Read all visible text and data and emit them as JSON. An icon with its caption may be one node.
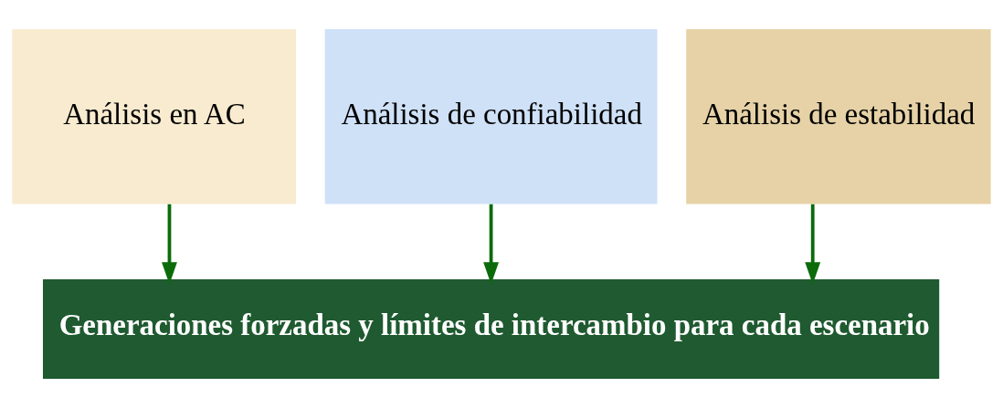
{
  "diagram": {
    "nodes": [
      {
        "text": [
          "Análisis en AC"
        ]
      },
      {
        "text": [
          "Análisis de confiabilidad"
        ]
      },
      {
        "text": [
          "Análisis de estabilidad"
        ]
      },
      {
        "text": [
          "Generaciones forzadas y límites de intercambio para cada escenario"
        ]
      }
    ],
    "edges": [
      {
        "from": 0,
        "to": 3,
        "arrow": "to"
      },
      {
        "from": 1,
        "to": 3,
        "arrow": "to"
      },
      {
        "from": 2,
        "to": 3,
        "arrow": "to"
      }
    ]
  }
}
